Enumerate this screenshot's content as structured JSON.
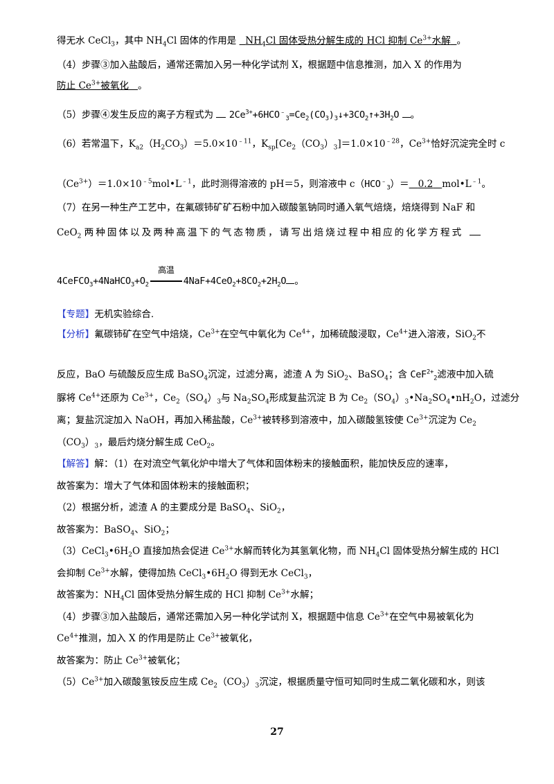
{
  "l1": {
    "a": "得无水 CeCl",
    "b": "，其中 NH",
    "c": "Cl 固体的作用是",
    "ans1": "NH",
    "ans2": "Cl 固体受热分解生成的 HCl 抑制 Ce",
    "ans3": "水解",
    "end": "。"
  },
  "l2": {
    "text": "（4）步骤③加入盐酸后，通常还需加入另一种化学试剂 X，根据题中信息推测，加入 X 的作用为"
  },
  "l3": {
    "ans": "防止 Ce",
    "ans2": "被氧化",
    "end": "。"
  },
  "l4": {
    "text": "（5）步骤④发生反应的离子方程式为",
    "eq1": "2Ce",
    "eq2": "+6HCO",
    "eq3": "=Ce",
    "eq4": "(CO",
    "eq5": ")",
    "eq6": "↓+3CO",
    "eq7": "↑+3H",
    "eq8": "O",
    "end": "。"
  },
  "l5": {
    "a": "（6）若常温下，K",
    "b": "（H",
    "c": "CO",
    "d": "）＝5.0×10",
    "e": "，K",
    "f": "[Ce",
    "g": "（CO",
    "h": "）",
    "i": "]＝1.0×10",
    "j": "，Ce",
    "k": "恰好沉淀完全时 c"
  },
  "l6": {
    "a": "（Ce",
    "b": "）＝1.0×10",
    "c": "mol•L",
    "d": "，此时测得溶液的 pH＝5，则溶液中 c（",
    "hco": "HCO",
    "e": "）＝",
    "ans": "0.2",
    "f": "mol•L",
    "g": "。"
  },
  "l7": {
    "text": "（7）在另一种生产工艺中，在氟碳铈矿矿石粉中加入碳酸氢钠同时通入氧气焙烧，焙烧得到 NaF 和"
  },
  "l8": {
    "text": "CeO",
    "text2": "两种固体以及两种高温下的气态物质，请写出焙烧过程中相应的化学方程式"
  },
  "l9": {
    "eq1": "4CeFCO",
    "eq2": "+4NaHCO",
    "eq3": "+O",
    "cond": "高温",
    "eq4": "4NaF+4CeO",
    "eq5": "+8CO",
    "eq6": "+2H",
    "eq7": "O",
    "end": "。"
  },
  "l10": {
    "tag": "【专题】",
    "text": "无机实验综合."
  },
  "l11": {
    "tag": "【分析】",
    "text": "氟碳铈矿在空气中焙烧，Ce",
    "t2": "在空气中氧化为 Ce",
    "t3": "，加稀硫酸浸取，Ce",
    "t4": "进入溶液，SiO",
    "t5": "不"
  },
  "l12": {
    "a": "反应，BaO 与硫酸反应生成 BaSO",
    "b": "沉淀，过滤分离，滤渣 A 为 SiO",
    "c": "、BaSO",
    "d": "；含",
    "cef": "CeF",
    "e": "滤液中加入硫"
  },
  "l13": {
    "a": "脲将 Ce",
    "b": "还原为 Ce",
    "c": "，Ce",
    "d": "（SO",
    "e": "）",
    "f": "与 Na",
    "g": "SO",
    "h": "形成复盐沉淀 B 为 Ce",
    "i": "（SO",
    "j": "）",
    "k": "•Na",
    "l": "SO",
    "m": "•nH",
    "n": "O，过滤分"
  },
  "l14": {
    "a": "离；复盐沉淀加入 NaOH，再加入稀盐酸，Ce",
    "b": "被转移到溶液中，加入碳酸氢铵使 Ce",
    "c": "沉淀为 Ce"
  },
  "l15": {
    "a": "（CO",
    "b": "）",
    "c": "，最后灼烧分解生成 CeO",
    "d": "。"
  },
  "l16": {
    "tag": "【解答】",
    "text": "解：（1）在对流空气氧化炉中增大了气体和固体粉末的接触面积，能加快反应的速率，"
  },
  "l17": {
    "text": "故答案为：增大了气体和固体粉末的接触面积；"
  },
  "l18": {
    "a": "（2）根据分析，滤渣 A 的主要成分是 BaSO",
    "b": "、SiO",
    "c": "，"
  },
  "l19": {
    "a": "故答案为：BaSO",
    "b": "、SiO",
    "c": "；"
  },
  "l20": {
    "a": "（3）CeCl",
    "b": "•6H",
    "c": "O 直接加热会促进 Ce",
    "d": "水解而转化为其氢氧化物，而 NH",
    "e": "Cl 固体受热分解生成的 HCl"
  },
  "l21": {
    "a": "会抑制 Ce",
    "b": "水解，使得加热 CeCl",
    "c": "•6H",
    "d": "O 得到无水 CeCl",
    "e": "，"
  },
  "l22": {
    "a": "故答案为：NH",
    "b": "Cl 固体受热分解生成的 HCl 抑制 Ce",
    "c": "水解；"
  },
  "l23": {
    "a": "（4）步骤③加入盐酸后，通常还需加入另一种化学试剂 X，根据题中信息 Ce",
    "b": "在空气中易被氧化为"
  },
  "l24": {
    "a": "Ce",
    "b": "推测，加入 X 的作用是防止 Ce",
    "c": "被氧化，"
  },
  "l25": {
    "a": "故答案为：防止 Ce",
    "b": "被氧化；"
  },
  "l26": {
    "a": "（5）Ce",
    "b": "加入碳酸氢铵反应生成 Ce",
    "c": "（CO",
    "d": "）",
    "e": "沉淀，根据质量守恒可知同时生成二氧化碳和水，则该"
  },
  "sc": {
    "s3p": "3+",
    "s4p": "4+",
    "s2p": "2+",
    "m11": "﹣11",
    "m28": "﹣28",
    "m5": "﹣5",
    "m1": "﹣1",
    "minus": "﹣",
    "n2": "2",
    "n3": "3",
    "n4": "4",
    "a2": "a2",
    "sp": "sp"
  },
  "page_number": "27"
}
